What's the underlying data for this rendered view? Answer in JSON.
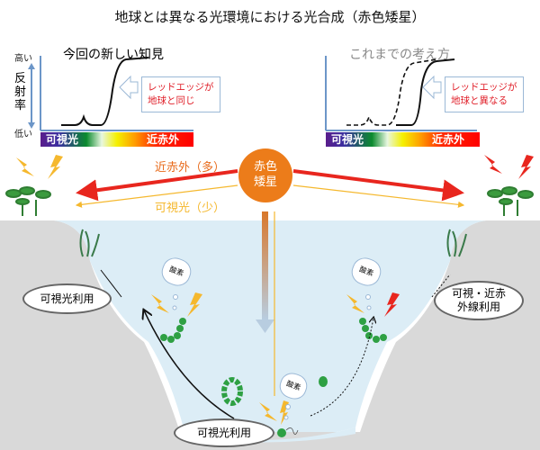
{
  "title": "地球とは異なる光環境における光合成（赤色矮星）",
  "left_graph": {
    "title": "今回の新しい知見",
    "y_high": "高い",
    "y_low": "低い",
    "y_label": "反射率",
    "callout": [
      "レッドエッジが",
      "地球と同じ"
    ],
    "spectrum_visible": "可視光",
    "spectrum_nir": "近赤外"
  },
  "right_graph": {
    "title": "これまでの考え方",
    "callout": [
      "レッドエッジが",
      "地球と異なる"
    ],
    "spectrum_visible": "可視光",
    "spectrum_nir": "近赤外"
  },
  "star": {
    "label_line1": "赤色",
    "label_line2": "矮星",
    "color": "#ec7c1a"
  },
  "light_labels": {
    "nir": "近赤外（多）",
    "visible": "可視光（少）"
  },
  "oxygen_label": "酸素",
  "ovals": {
    "left": "可視光利用",
    "right": [
      "可視・近赤",
      "外線利用"
    ],
    "bottom": "可視光利用"
  },
  "colors": {
    "nir": "#e8261e",
    "visible": "#f5b82e",
    "water": "#dcedf6",
    "land": "#d9d9d9"
  }
}
